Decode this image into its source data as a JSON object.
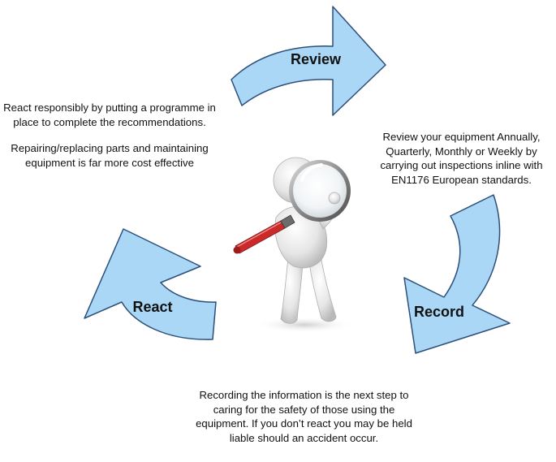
{
  "cycle": {
    "review_label": "Review",
    "record_label": "Record",
    "react_label": "React",
    "arrow_color": "#a9d7f5",
    "arrow_stroke": "#2d4f7a"
  },
  "descriptions": {
    "react": {
      "paragraph1": "React responsibly by putting a programme in place to complete the recommendations.",
      "paragraph2": "Repairing/replacing parts and maintaining equipment is far more cost effective"
    },
    "review": "Review your equipment Annually, Quarterly, Monthly or Weekly by carrying out inspections inline with EN1176 European standards.",
    "record": "Recording the information is the next step to caring for the safety of those using the equipment.  If you don’t react you may be held liable should an accident occur."
  },
  "figure": {
    "icon": "person-with-magnifying-glass-icon",
    "handle_color": "#cc2a2a"
  }
}
